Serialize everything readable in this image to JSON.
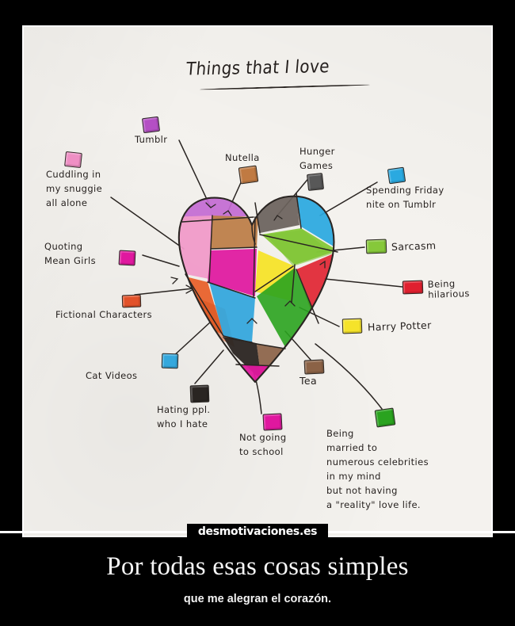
{
  "poster": {
    "caption": "Por todas esas cosas simples",
    "subcaption": "que me alegran el corazón.",
    "brand": "desmotivaciones.es",
    "background_color": "#000000",
    "caption_color": "#ffffff"
  },
  "drawing": {
    "title": "Things that I love",
    "paper_color": "#f4f2ee",
    "ink_color": "#241f1d"
  },
  "chart_data": {
    "type": "pie",
    "title": "Things that I love",
    "subtitle": "",
    "xlabel": "",
    "ylabel": "",
    "legend_position": "around",
    "grid": false,
    "shape": "heart",
    "note": "Hand-drawn heart divided into irregular colored patches; each patch is labeled with a hand-lettered swatch and leader line. No numeric values given.",
    "categories": [
      "Tumblr",
      "Cuddling in my snuggie all alone",
      "Quoting Mean Girls",
      "Fictional Characters",
      "Cat Videos",
      "Nutella",
      "Hunger Games",
      "Spending Friday nite on Tumblr",
      "Sarcasm",
      "Being hilarious",
      "Harry Potter",
      "Tea",
      "Hating ppl. who I hate",
      "Not going to school",
      "Being married to numerous celebrities in my mind but not having a \"reality\" love life."
    ],
    "colors": [
      "#b44fc4",
      "#ef8fc4",
      "#e0189f",
      "#e2522a",
      "#35a8dd",
      "#c07a42",
      "#585858",
      "#2aa9e0",
      "#86c83a",
      "#e0202f",
      "#f5e32a",
      "#8b6246",
      "#2a2522",
      "#e0189f",
      "#2aa31f"
    ],
    "values": [
      6,
      9,
      8,
      7,
      7,
      7,
      5,
      8,
      8,
      7,
      7,
      6,
      6,
      4,
      9
    ]
  },
  "labels": [
    {
      "id": "tumblr",
      "text": "Tumblr",
      "color": "#b44fc4"
    },
    {
      "id": "cuddling",
      "text": "Cuddling in\nmy snuggie\nall alone",
      "color": "#ef8fc4"
    },
    {
      "id": "meangirls",
      "text": "Quoting\nMean Girls",
      "color": "#e0189f"
    },
    {
      "id": "fictional",
      "text": "Fictional Characters",
      "color": "#e2522a"
    },
    {
      "id": "catvideos",
      "text": "Cat Videos",
      "color": "#35a8dd"
    },
    {
      "id": "nutella",
      "text": "Nutella",
      "color": "#c07a42"
    },
    {
      "id": "hunger",
      "text": "Hunger\nGames",
      "color": "#585858"
    },
    {
      "id": "friday",
      "text": "Spending Friday\nnite on Tumblr",
      "color": "#2aa9e0"
    },
    {
      "id": "sarcasm",
      "text": "Sarcasm",
      "color": "#86c83a"
    },
    {
      "id": "hilarious",
      "text": "Being\nhilarious",
      "color": "#e0202f"
    },
    {
      "id": "harry",
      "text": "Harry Potter",
      "color": "#f5e32a"
    },
    {
      "id": "tea",
      "text": "Tea",
      "color": "#8b6246"
    },
    {
      "id": "hating",
      "text": "Hating ppl.\nwho I hate",
      "color": "#2a2522"
    },
    {
      "id": "school",
      "text": "Not going\nto school",
      "color": "#e0189f"
    },
    {
      "id": "married",
      "text": "Being\nmarried to\nnumerous celebrities\nin my mind\nbut not having\na \"reality\" love life.",
      "color": "#2aa31f"
    }
  ]
}
